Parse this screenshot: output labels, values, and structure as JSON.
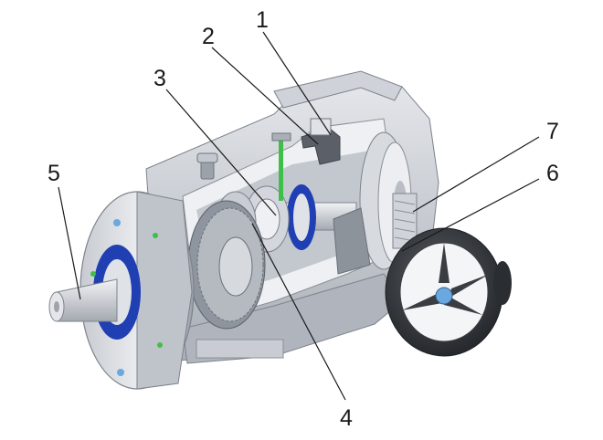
{
  "diagram": {
    "callouts": [
      {
        "id": "1",
        "label": "1"
      },
      {
        "id": "2",
        "label": "2"
      },
      {
        "id": "3",
        "label": "3"
      },
      {
        "id": "4",
        "label": "4"
      },
      {
        "id": "5",
        "label": "5"
      },
      {
        "id": "6",
        "label": "6"
      },
      {
        "id": "7",
        "label": "7"
      }
    ]
  },
  "colors": {
    "housing_light": "#dcdfe4",
    "housing_mid": "#b9bec6",
    "housing_dark": "#8f959e",
    "cut_face": "#eef0f3",
    "bearing_blue": "#1f3fb3",
    "handwheel": "#3a3d42",
    "accent_green": "#3fbf4a",
    "nut_blue": "#6aa8e0"
  }
}
